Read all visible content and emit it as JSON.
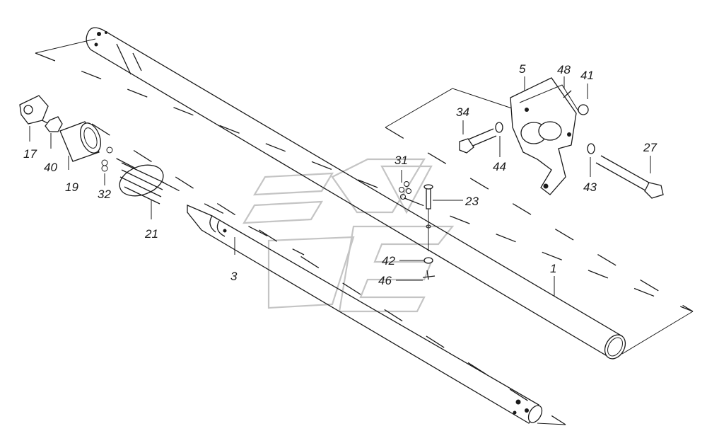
{
  "diagram": {
    "callouts": {
      "c1": "1",
      "c3": "3",
      "c5": "5",
      "c17": "17",
      "c19": "19",
      "c21": "21",
      "c23": "23",
      "c27": "27",
      "c31": "31",
      "c32": "32",
      "c34": "34",
      "c40": "40",
      "c41": "41",
      "c42": "42",
      "c43": "43",
      "c44": "44",
      "c46": "46",
      "c48": "48"
    },
    "colors": {
      "ink": "#1a1a1a",
      "watermark": "#c4c4c4",
      "background": "#ffffff"
    }
  }
}
